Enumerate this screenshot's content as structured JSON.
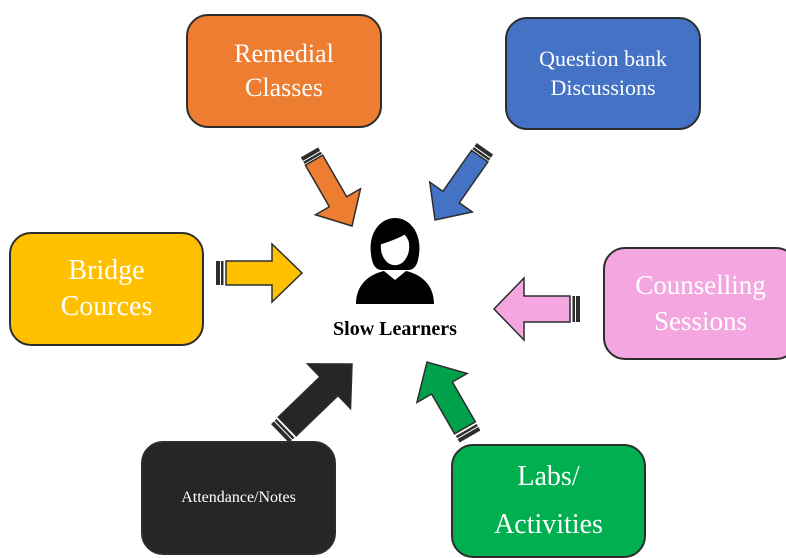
{
  "center": {
    "label": "Slow Learners"
  },
  "nodes": {
    "remedial": {
      "line1": "Remedial",
      "line2": "Classes",
      "fill": "#ED7D31",
      "text_color": "#ffffff",
      "arrow": "#ED7D31"
    },
    "question_bank": {
      "line1": "Question bank",
      "line2": "Discussions",
      "fill": "#4472C4",
      "text_color": "#ffffff",
      "arrow": "#4472C4"
    },
    "bridge": {
      "line1": "Bridge",
      "line2": "Cources",
      "fill": "#FFC000",
      "text_color": "#ffffff",
      "arrow": "#FFC000"
    },
    "counselling": {
      "line1": "Counselling",
      "line2": "Sessions",
      "fill": "#F4A6E0",
      "text_color": "#ffffff",
      "arrow": "#F4A6E0"
    },
    "attendance": {
      "line1": "Attendance/Notes",
      "fill": "#262626",
      "text_color": "#ffffff",
      "arrow": "#262626"
    },
    "labs": {
      "line1": "Labs/",
      "line2": "Activities",
      "fill": "#00B050",
      "text_color": "#ffffff",
      "arrow": "#00A14B"
    }
  },
  "icons": {
    "center": "person-icon"
  }
}
